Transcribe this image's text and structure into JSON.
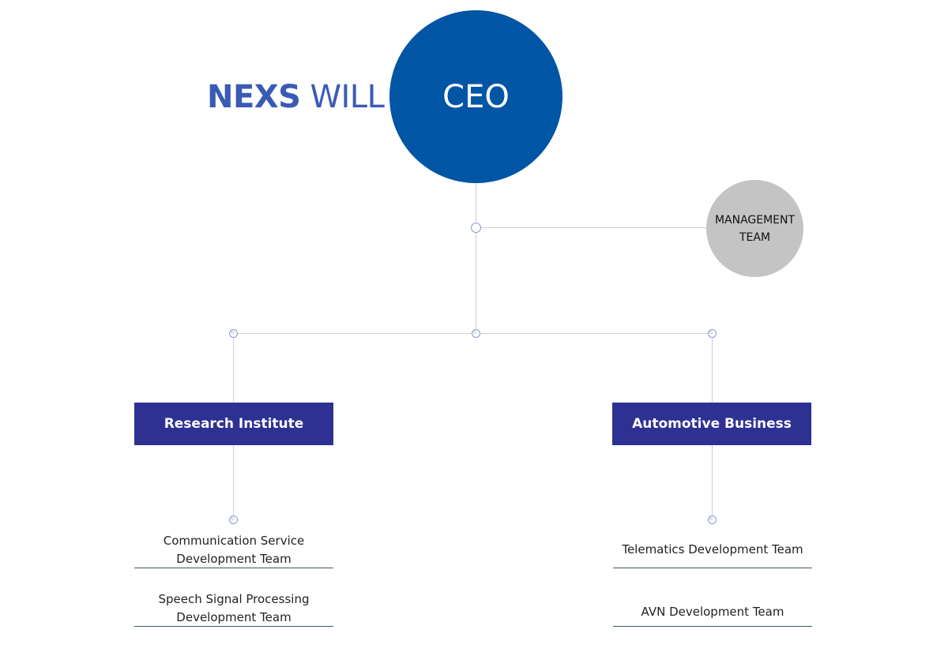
{
  "brand": {
    "name_bold": "NEXS",
    "name_light": "WILL",
    "color": "#3a5bb5"
  },
  "ceo": {
    "label": "CEO",
    "color": "#0055a5"
  },
  "management": {
    "line1": "MANAGEMENT",
    "line2": "TEAM",
    "color": "#c4c4c4"
  },
  "divisions": [
    {
      "label": "Research Institute",
      "color": "#2e3192",
      "teams": [
        {
          "line1": "Communication Service",
          "line2": "Development Team"
        },
        {
          "line1": "Speech Signal Processing",
          "line2": "Development Team"
        }
      ]
    },
    {
      "label": "Automotive Business",
      "color": "#2e3192",
      "teams": [
        {
          "line1": "Telematics Development Team",
          "line2": ""
        },
        {
          "line1": "AVN Development Team",
          "line2": ""
        }
      ]
    }
  ]
}
